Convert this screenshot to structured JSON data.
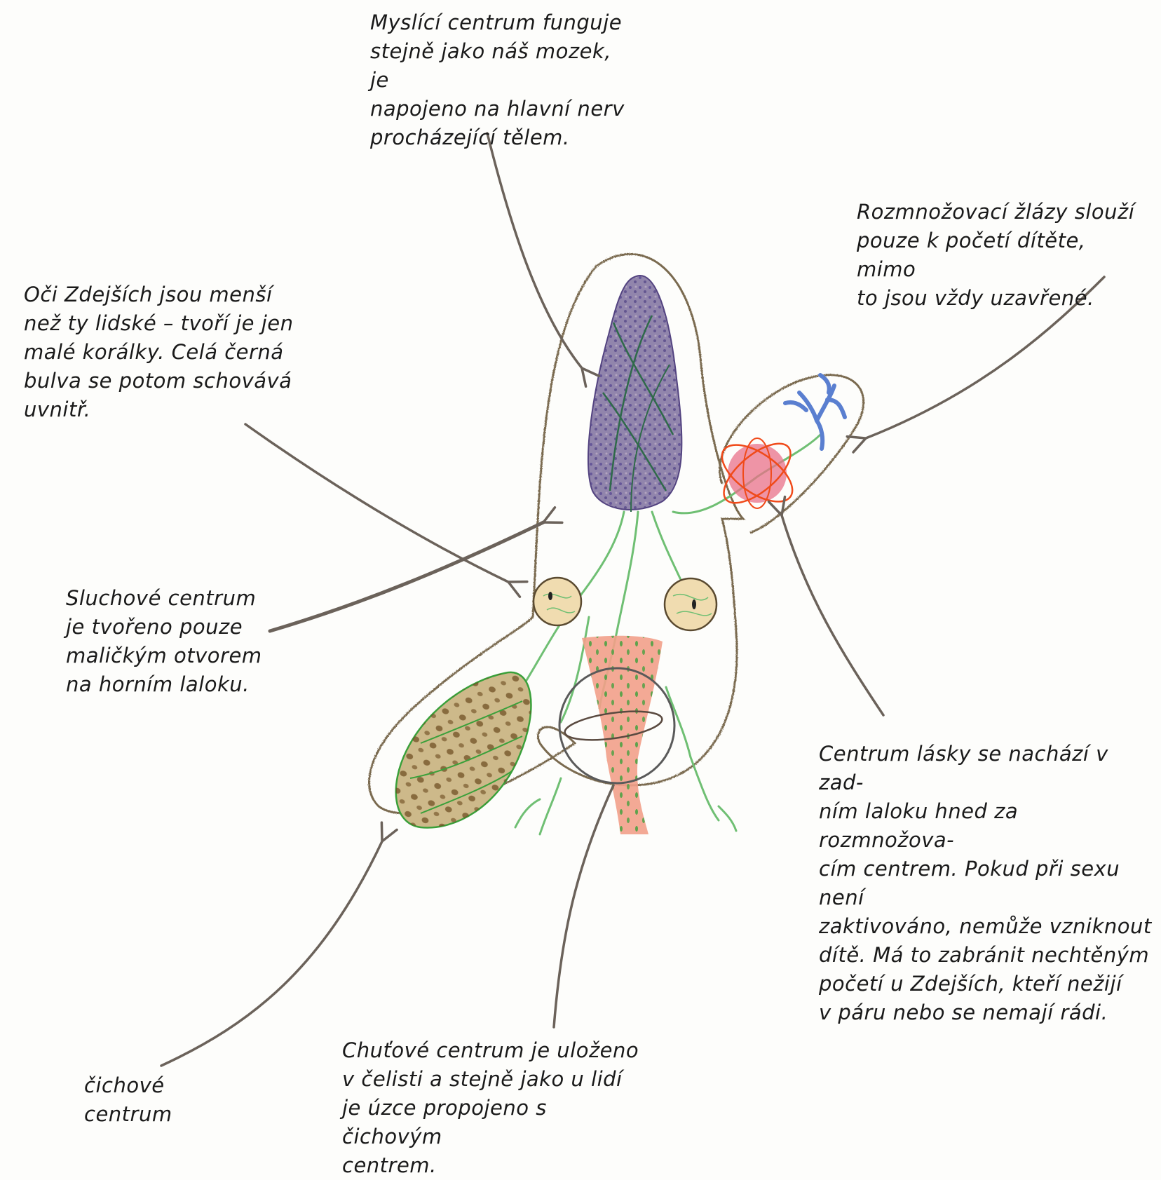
{
  "labels": {
    "thinking_center": "Myslící centrum funguje\nstejně jako náš mozek, je\nnapojeno na hlavní nerv\nprocházející tělem.",
    "reproductive_glands": "Rozmnožovací žlázy slouží\npouze k početí dítěte, mimo\nto jsou vždy uzavřené.",
    "eyes": "Oči Zdejších jsou menší\nnež ty lidské – tvoří je jen\nmalé korálky. Celá černá\nbulva se potom schovává\nuvnitř.",
    "hearing_center": "Sluchové centrum\nje tvořeno pouze\nmaličkým otvorem\nna horním laloku.",
    "love_center": "Centrum lásky se nachází v zad-\nním laloku hned za rozmnožova-\ncím centrem. Pokud při sexu není\nzaktivováno, nemůže vzniknout\ndítě. Má to zabránit nechtěným\npočetí u Zdejších, kteří nežijí\nv páru nebo se nemají rádi.",
    "taste_center": "Chuťové centrum je uloženo\nv čelisti a stejně jako u lidí\nje úzce propojeno s čichovým\ncentrem.",
    "smell_center": "čichové\ncentrum"
  },
  "colors": {
    "outline": "#7a6a50",
    "arrow": "#6b625a",
    "brain": "#6a4f8a",
    "brain_dark": "#2e2470",
    "nerve": "#6fbf73",
    "ear": "#f0dcb0",
    "olfactory": "#8a6a2a",
    "taste": "#f2a08a",
    "love": "#e8708a",
    "love_orbit": "#f04a1a",
    "gland": "#5a7fd0"
  }
}
